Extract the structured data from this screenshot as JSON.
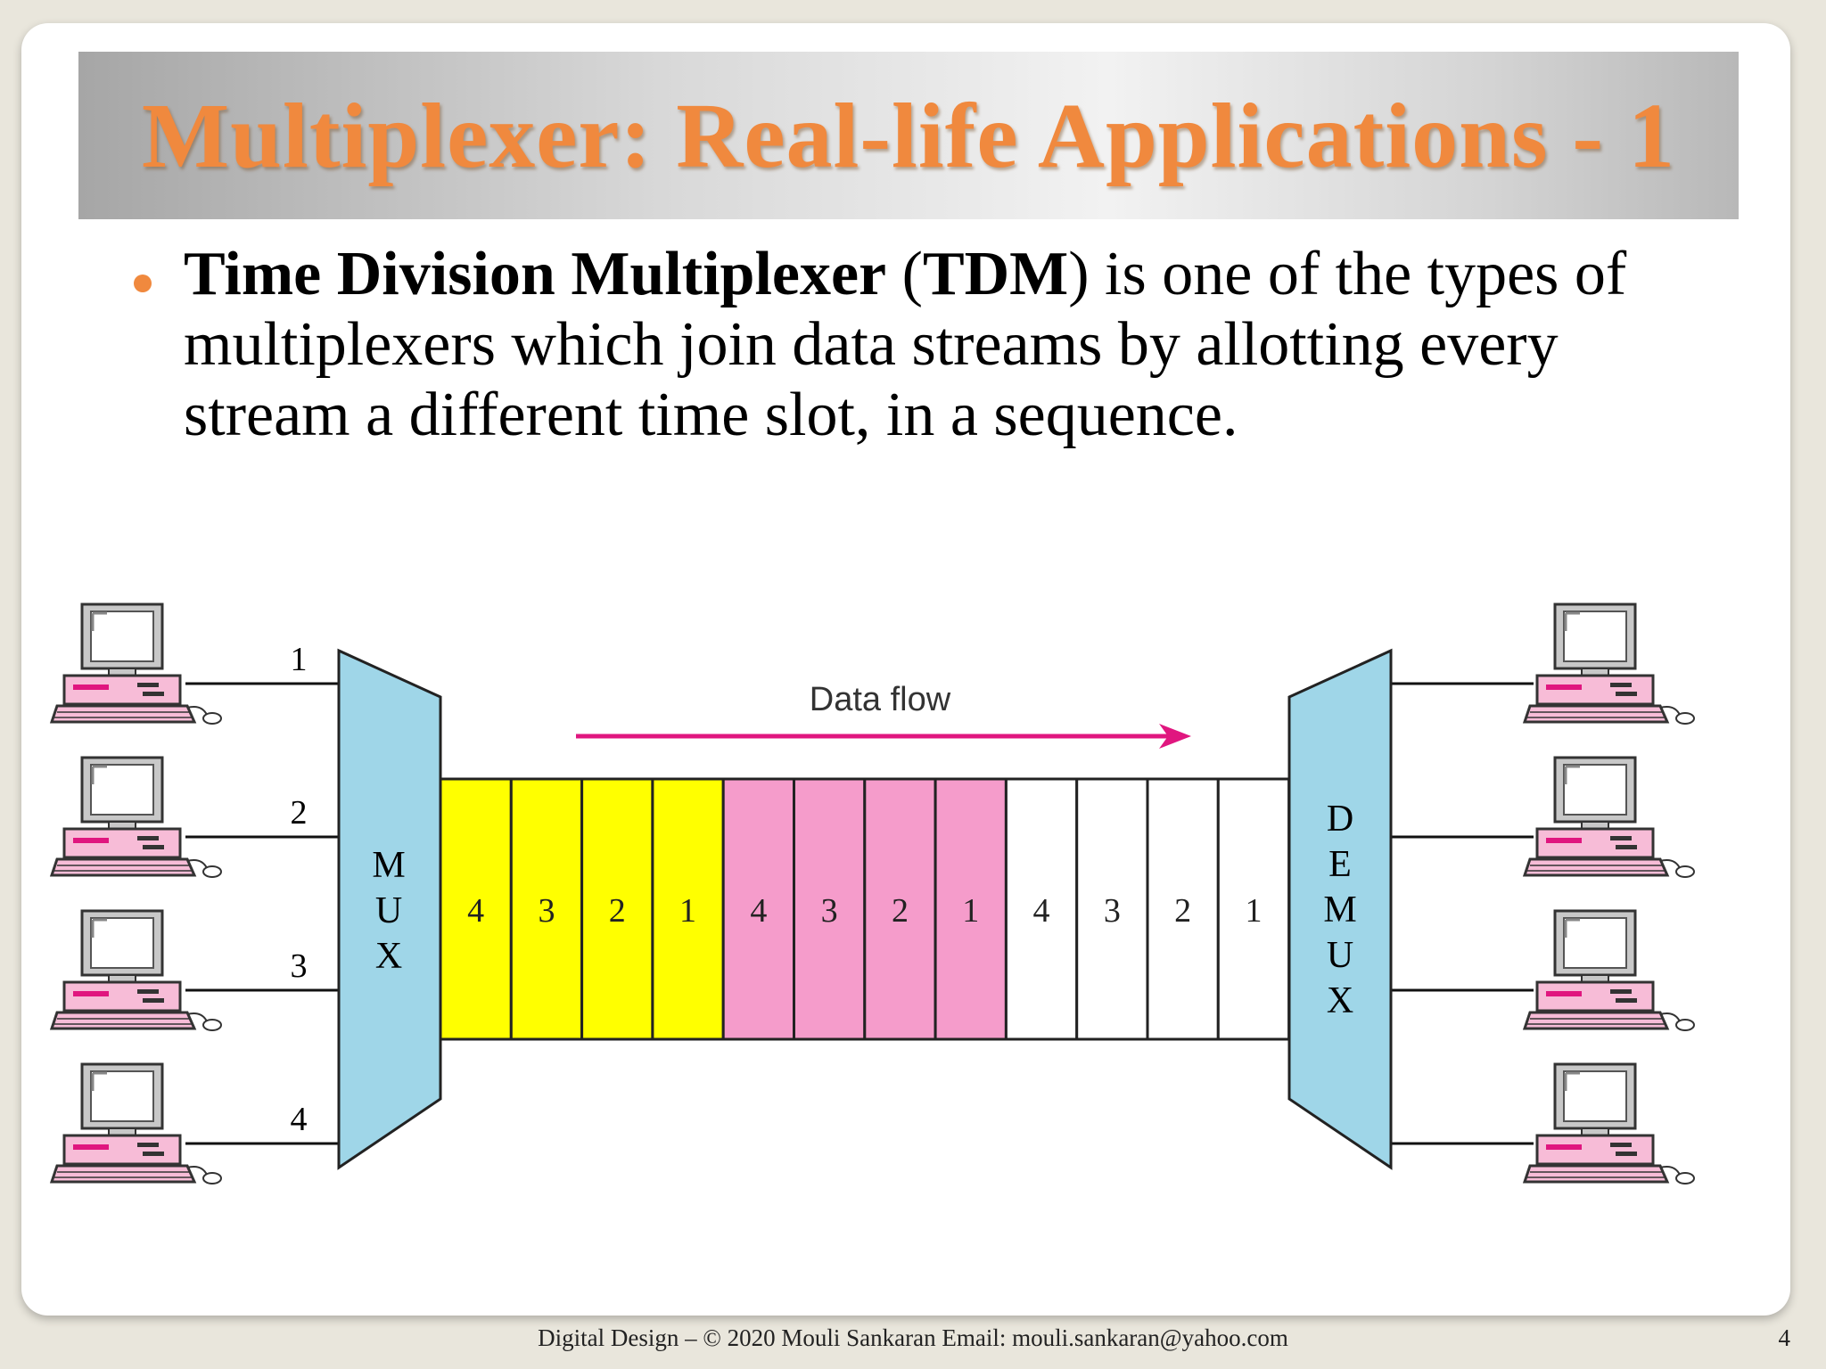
{
  "slide": {
    "title": "Multiplexer: Real-life Applications - 1",
    "bullet": {
      "bold1": "Time Division Multiplexer",
      "t1": " (",
      "bold2": "TDM",
      "t2": ") is one of the types of multiplexers which join data streams by allotting every stream a different time slot, in a sequence."
    },
    "footer": "Digital Design – © 2020 Mouli Sankaran   Email: mouli.sankaran@yahoo.com",
    "page_number": "4"
  },
  "diagram": {
    "data_flow_label": "Data flow",
    "input_labels": [
      "1",
      "2",
      "3",
      "4"
    ],
    "mux_label": [
      "M",
      "U",
      "X"
    ],
    "demux_label": [
      "D",
      "E",
      "M",
      "U",
      "X"
    ],
    "frames": [
      {
        "color": "#ffff00",
        "slots": [
          "4",
          "3",
          "2",
          "1"
        ]
      },
      {
        "color": "#f59ccb",
        "slots": [
          "4",
          "3",
          "2",
          "1"
        ]
      },
      {
        "color": "#ffffff",
        "slots": [
          "4",
          "3",
          "2",
          "1"
        ]
      }
    ],
    "colors": {
      "mux_fill": "#9fd6e8",
      "arrow": "#e0167f",
      "computer_pink": "#f7bcd7",
      "accent": "#f0893e"
    }
  }
}
